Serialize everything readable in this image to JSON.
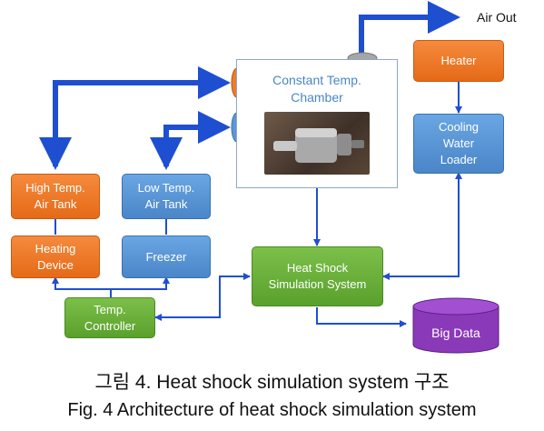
{
  "air_out": "Air Out",
  "chamber": {
    "line1": "Constant Temp.",
    "line2": "Chamber"
  },
  "heater": "Heater",
  "cooling": {
    "line1": "Cooling",
    "line2": "Water",
    "line3": "Loader"
  },
  "high_tank": {
    "line1": "High Temp.",
    "line2": "Air Tank"
  },
  "low_tank": {
    "line1": "Low Temp.",
    "line2": "Air Tank"
  },
  "heating_device": {
    "line1": "Heating",
    "line2": "Device"
  },
  "freezer": "Freezer",
  "heat_shock": {
    "line1": "Heat Shock",
    "line2": "Simulation System"
  },
  "temp_controller": {
    "line1": "Temp.",
    "line2": "Controller"
  },
  "big_data": "Big Data",
  "caption_kr": "그림 4. Heat shock simulation system 구조",
  "caption_en": "Fig. 4 Architecture of heat shock simulation system",
  "colors": {
    "pipe": "#1f4fd1",
    "line": "#1f4fd1",
    "orange": "#ef7b2c",
    "blue": "#5b96d6",
    "green": "#6ab23b",
    "purple": "#7b2fa3"
  }
}
